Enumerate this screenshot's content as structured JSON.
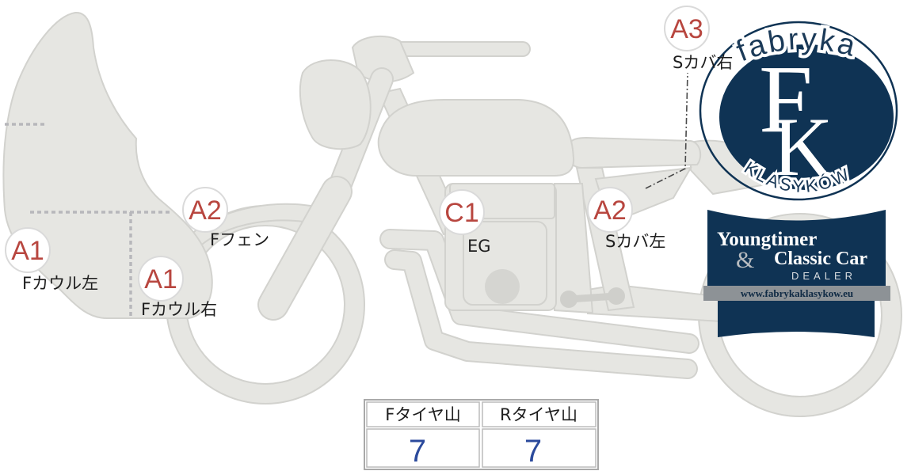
{
  "diagram": {
    "marks": {
      "s_cover_right": {
        "code": "A3",
        "label": "Sカバ右"
      },
      "f_fender": {
        "code": "A2",
        "label": "Fフェン"
      },
      "engine": {
        "code": "C1",
        "label": "EG"
      },
      "s_cover_left": {
        "code": "A2",
        "label": "Sカバ左"
      },
      "f_cowl_left": {
        "code": "A1",
        "label": "Fカウル左"
      },
      "f_cowl_right": {
        "code": "A1",
        "label": "Fカウル右"
      }
    }
  },
  "tire_table": {
    "front": {
      "header": "Fタイヤ山",
      "value": "7"
    },
    "rear": {
      "header": "Rタイヤ山",
      "value": "7"
    }
  },
  "logo": {
    "top_arc": "fabryka",
    "monogram_f": "F",
    "monogram_k": "K",
    "bottom_arc": "KLASYKÓW",
    "line1": "Youngtimer",
    "ampersand": "&",
    "line2": "Classic Car",
    "line3": "DEALER",
    "url": "www.fabrykaklasykow.eu"
  },
  "colors": {
    "grade_text": "#b8463f",
    "tread_value": "#2b4a9c",
    "logo_navy": "#0f3354",
    "part_fill": "#e6e6e2"
  }
}
